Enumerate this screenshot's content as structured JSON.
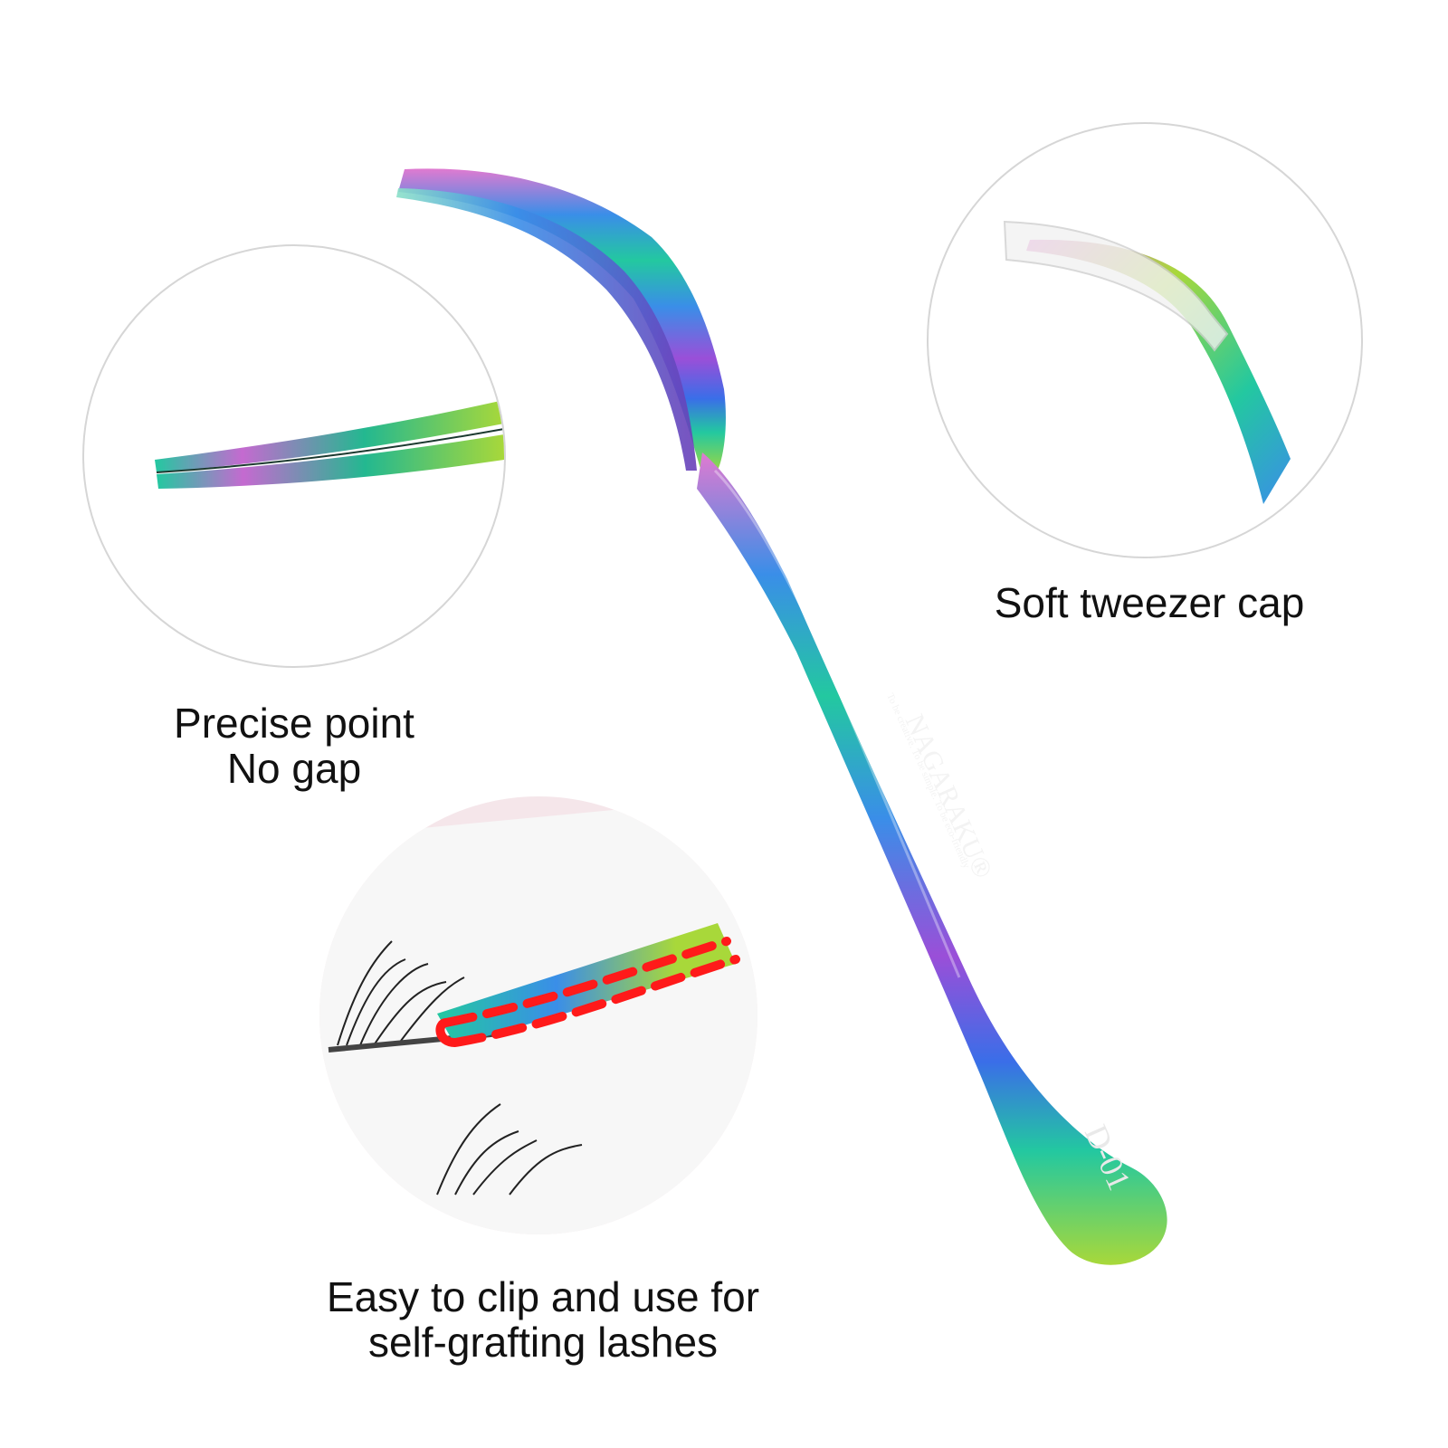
{
  "captions": {
    "precise_line1": "Precise point",
    "precise_line2": "No gap",
    "cap": "Soft tweezer cap",
    "clip_line1": "Easy to clip and use for",
    "clip_line2": "self-grafting lashes"
  },
  "tweezer": {
    "brand": "NAGARAKU®",
    "slogan": "To be creative. To be simple. To be eco-friendly",
    "model": "D-01"
  },
  "colors": {
    "finish": [
      "#23c8a0",
      "#3a8ee8",
      "#9a4fd8",
      "#e07ad0",
      "#a8d83a"
    ],
    "highlight_dash": "#ff1a1a",
    "circle_border": "#d6d6d6"
  }
}
